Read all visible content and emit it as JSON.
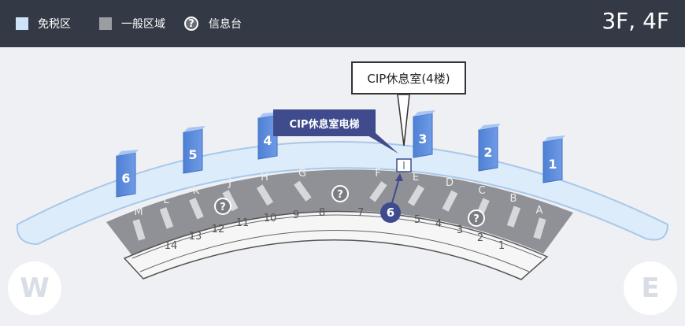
{
  "legend": {
    "airside": {
      "label": "免税区",
      "color": "#cfe3f7"
    },
    "landside": {
      "label": "一般区域",
      "color": "#9b9da1"
    },
    "info": {
      "label": "信息台",
      "icon": "question-icon"
    }
  },
  "floor_label": "3F, 4F",
  "compass": {
    "west": "W",
    "east": "E"
  },
  "callouts": {
    "lounge": "CIP休息室(4楼)",
    "elevator": "CIP休息室电梯",
    "selected_gate": "6"
  },
  "zones": [
    "1",
    "2",
    "3",
    "4",
    "5",
    "6"
  ],
  "check_in_rows": [
    "A",
    "B",
    "C",
    "D",
    "E",
    "F",
    "G",
    "H",
    "J",
    "K",
    "L",
    "M"
  ],
  "doors": [
    "1",
    "2",
    "3",
    "4",
    "5",
    "7",
    "8",
    "9",
    "10",
    "11",
    "12",
    "13",
    "14"
  ],
  "colors": {
    "zone_pillar": "#5b8ce0",
    "accent": "#3f4b8c"
  }
}
